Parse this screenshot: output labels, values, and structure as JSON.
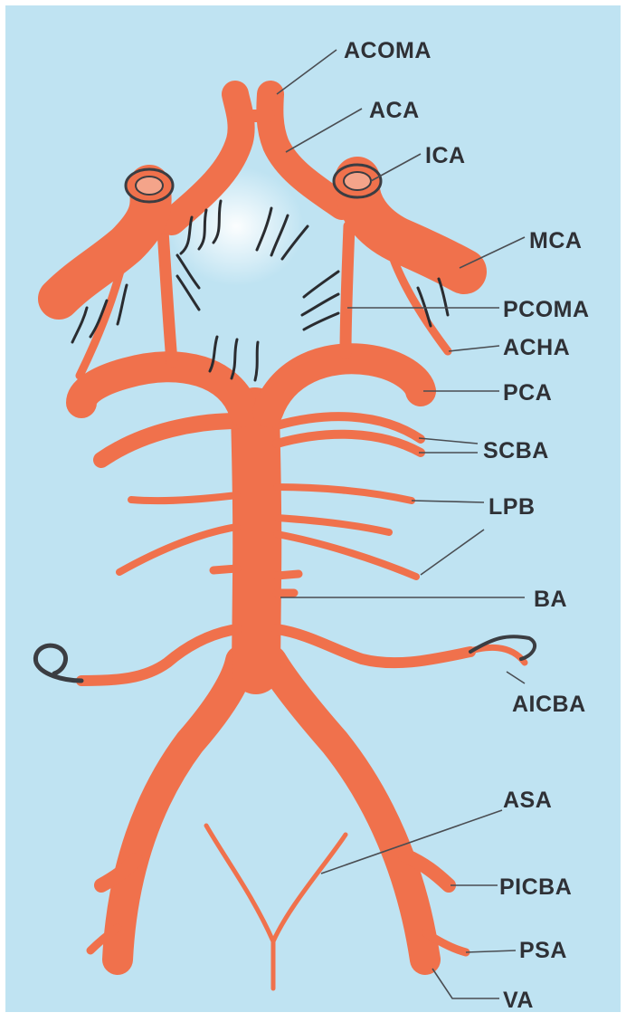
{
  "figure": {
    "colors": {
      "background": "#bfe3f2",
      "background_glow": "#eaf6fb",
      "border": "#ffffff",
      "artery": "#f0714c",
      "artery_shadow": "#c24c2c",
      "label": "#2f3136"
    },
    "labels": {
      "acoma": "ACOMA",
      "aca": "ACA",
      "ica": "ICA",
      "mca": "MCA",
      "pcoma": "PCOMA",
      "acha": "ACHA",
      "pca": "PCA",
      "scba": "SCBA",
      "lpb": "LPB",
      "ba": "BA",
      "aicba": "AICBA",
      "asa": "ASA",
      "picba": "PICBA",
      "psa": "PSA",
      "va": "VA"
    }
  }
}
